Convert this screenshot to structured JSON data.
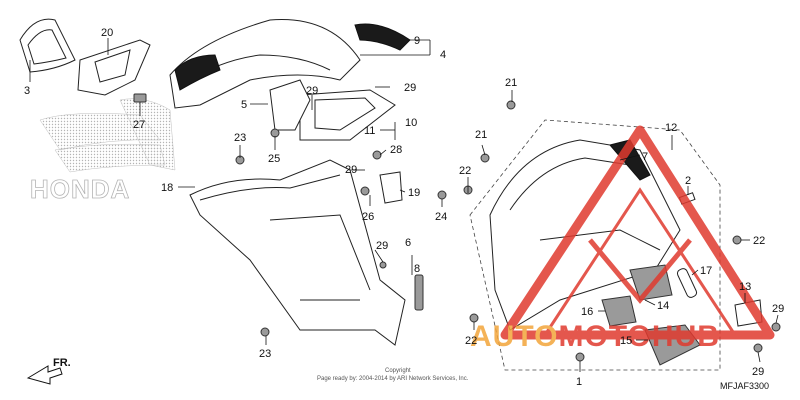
{
  "brand_watermark": "HONDA",
  "site_watermark": {
    "part1": "AUTO",
    "part2": "MOTO",
    "part3": "HUB"
  },
  "footer": {
    "copyright": "Copyright",
    "page_ready": "Page ready by: 2004-2014 by ARI Network Services, Inc."
  },
  "diagram_code": "MFJAF3300",
  "direction_label": "FR.",
  "callouts": [
    "1",
    "2",
    "3",
    "4",
    "5",
    "6",
    "7",
    "8",
    "9",
    "10",
    "11",
    "12",
    "13",
    "14",
    "15",
    "16",
    "17",
    "18",
    "19",
    "20",
    "21",
    "22",
    "23",
    "24",
    "25",
    "26",
    "27",
    "28",
    "29"
  ],
  "colors": {
    "watermark_red": "#e03a2f",
    "watermark_orange": "#f3a53a",
    "line": "#111111"
  }
}
